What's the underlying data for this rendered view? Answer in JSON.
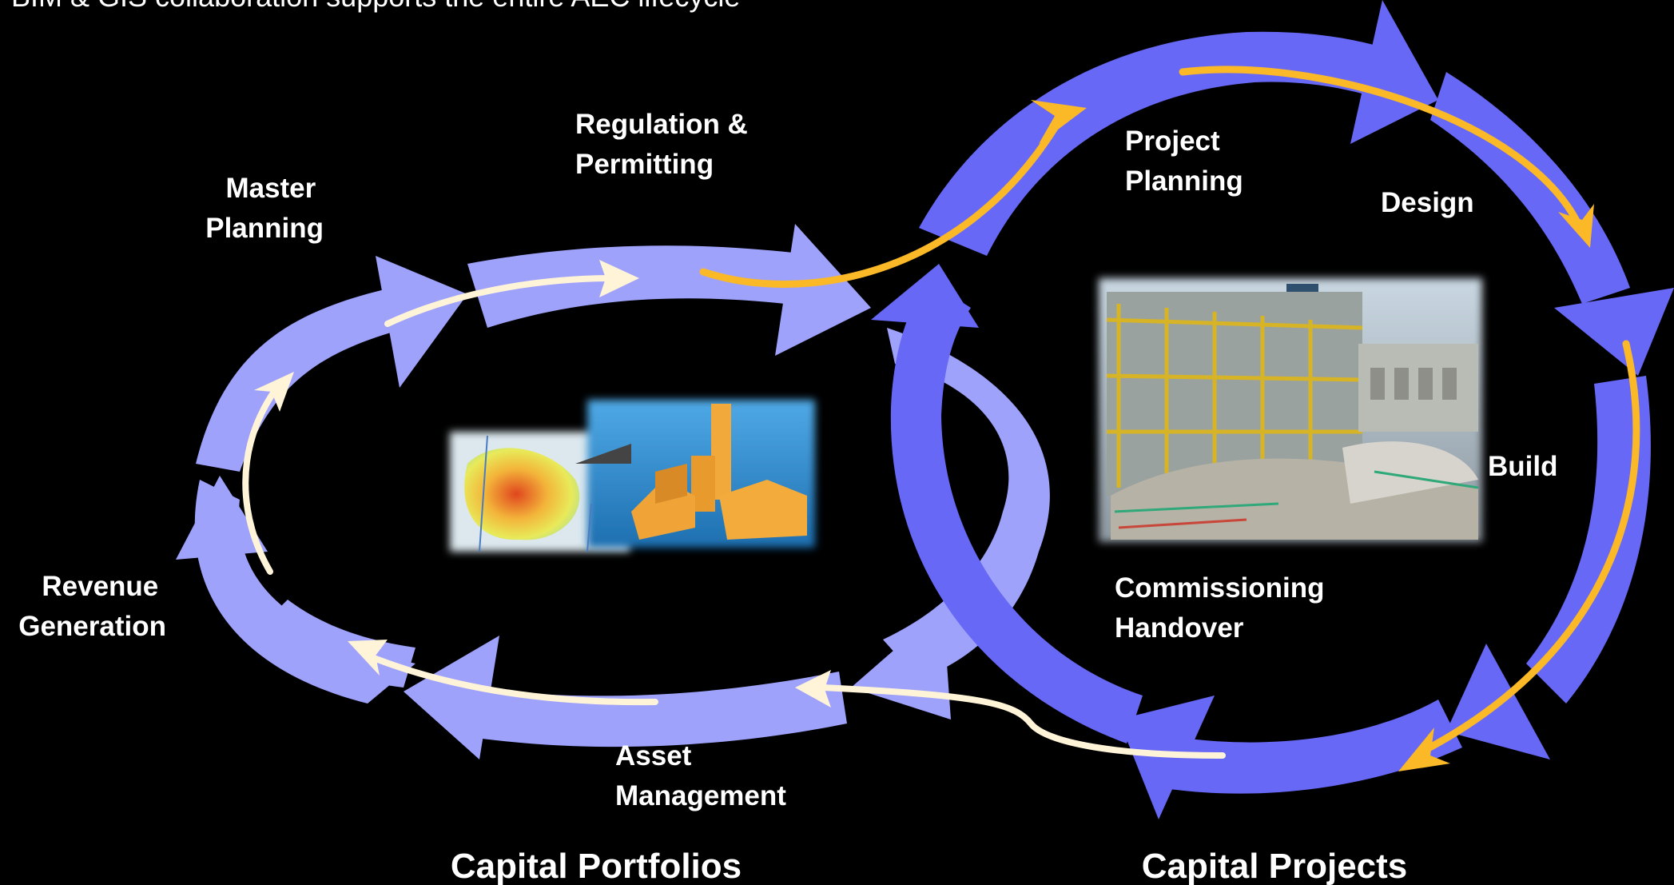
{
  "subtitle": "BIM & GIS collaboration supports the entire AEC lifecycle",
  "stages": {
    "master_planning": [
      "Master",
      "Planning"
    ],
    "regulation_permitting": [
      "Regulation &",
      "Permitting"
    ],
    "revenue_generation": [
      "Revenue",
      "Generation"
    ],
    "asset_management": [
      "Asset",
      "Management"
    ],
    "project_planning": [
      "Project",
      "Planning"
    ],
    "design": "Design",
    "build": "Build",
    "commissioning_handover": [
      "Commissioning",
      "Handover"
    ]
  },
  "cycles": {
    "left": "Capital Portfolios",
    "right": "Capital Projects"
  },
  "colors": {
    "background": "#000000",
    "left_ring": "#9ea2fb",
    "right_ring": "#6868f6",
    "gold_arrow": "#fbb827",
    "cream_arrow": "#fff4d8"
  }
}
